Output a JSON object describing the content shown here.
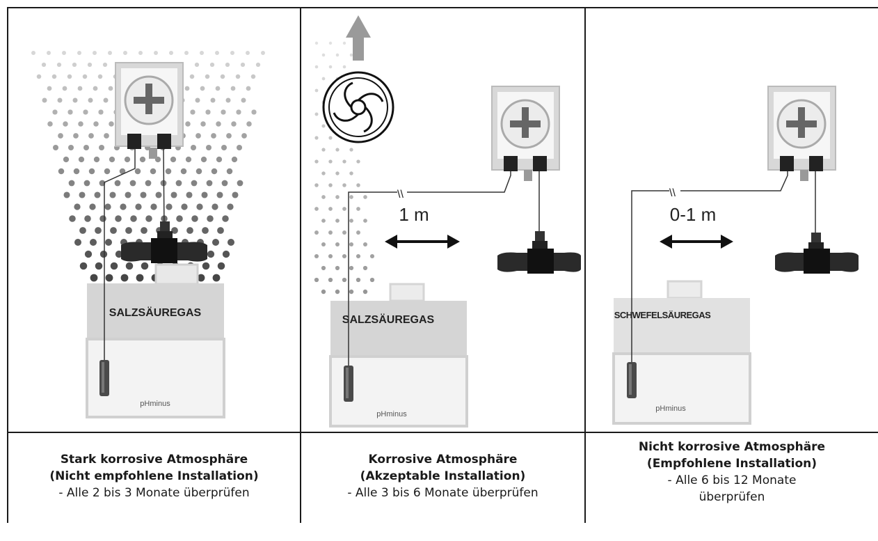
{
  "panels": [
    {
      "gas_label": "SALZSÄUREGAS",
      "container_label": "pHminus",
      "caption_title": "Stark korrosive Atmosphäre",
      "caption_sub": "(Nicht empfohlene Installation)",
      "caption_note": "- Alle 2 bis 3 Monate überprüfen"
    },
    {
      "distance": "1 m",
      "gas_label": "SALZSÄUREGAS",
      "container_label": "pHminus",
      "caption_title": "Korrosive Atmosphäre",
      "caption_sub": "(Akzeptable Installation)",
      "caption_note": "- Alle 3 bis 6 Monate überprüfen"
    },
    {
      "distance": "0-1 m",
      "gas_label": "SCHWEFELSÄUREGAS",
      "container_label": "pHminus",
      "caption_title": "Nicht korrosive Atmosphäre",
      "caption_sub": "(Empfohlene Installation)",
      "caption_note": "- Alle 6 bis 12 Monate überprüfen"
    }
  ],
  "icons": [
    "pump-icon",
    "injection-valve-icon",
    "chemical-container-icon",
    "fan-icon",
    "up-arrow-icon",
    "double-arrow-icon",
    "suction-probe-icon"
  ]
}
